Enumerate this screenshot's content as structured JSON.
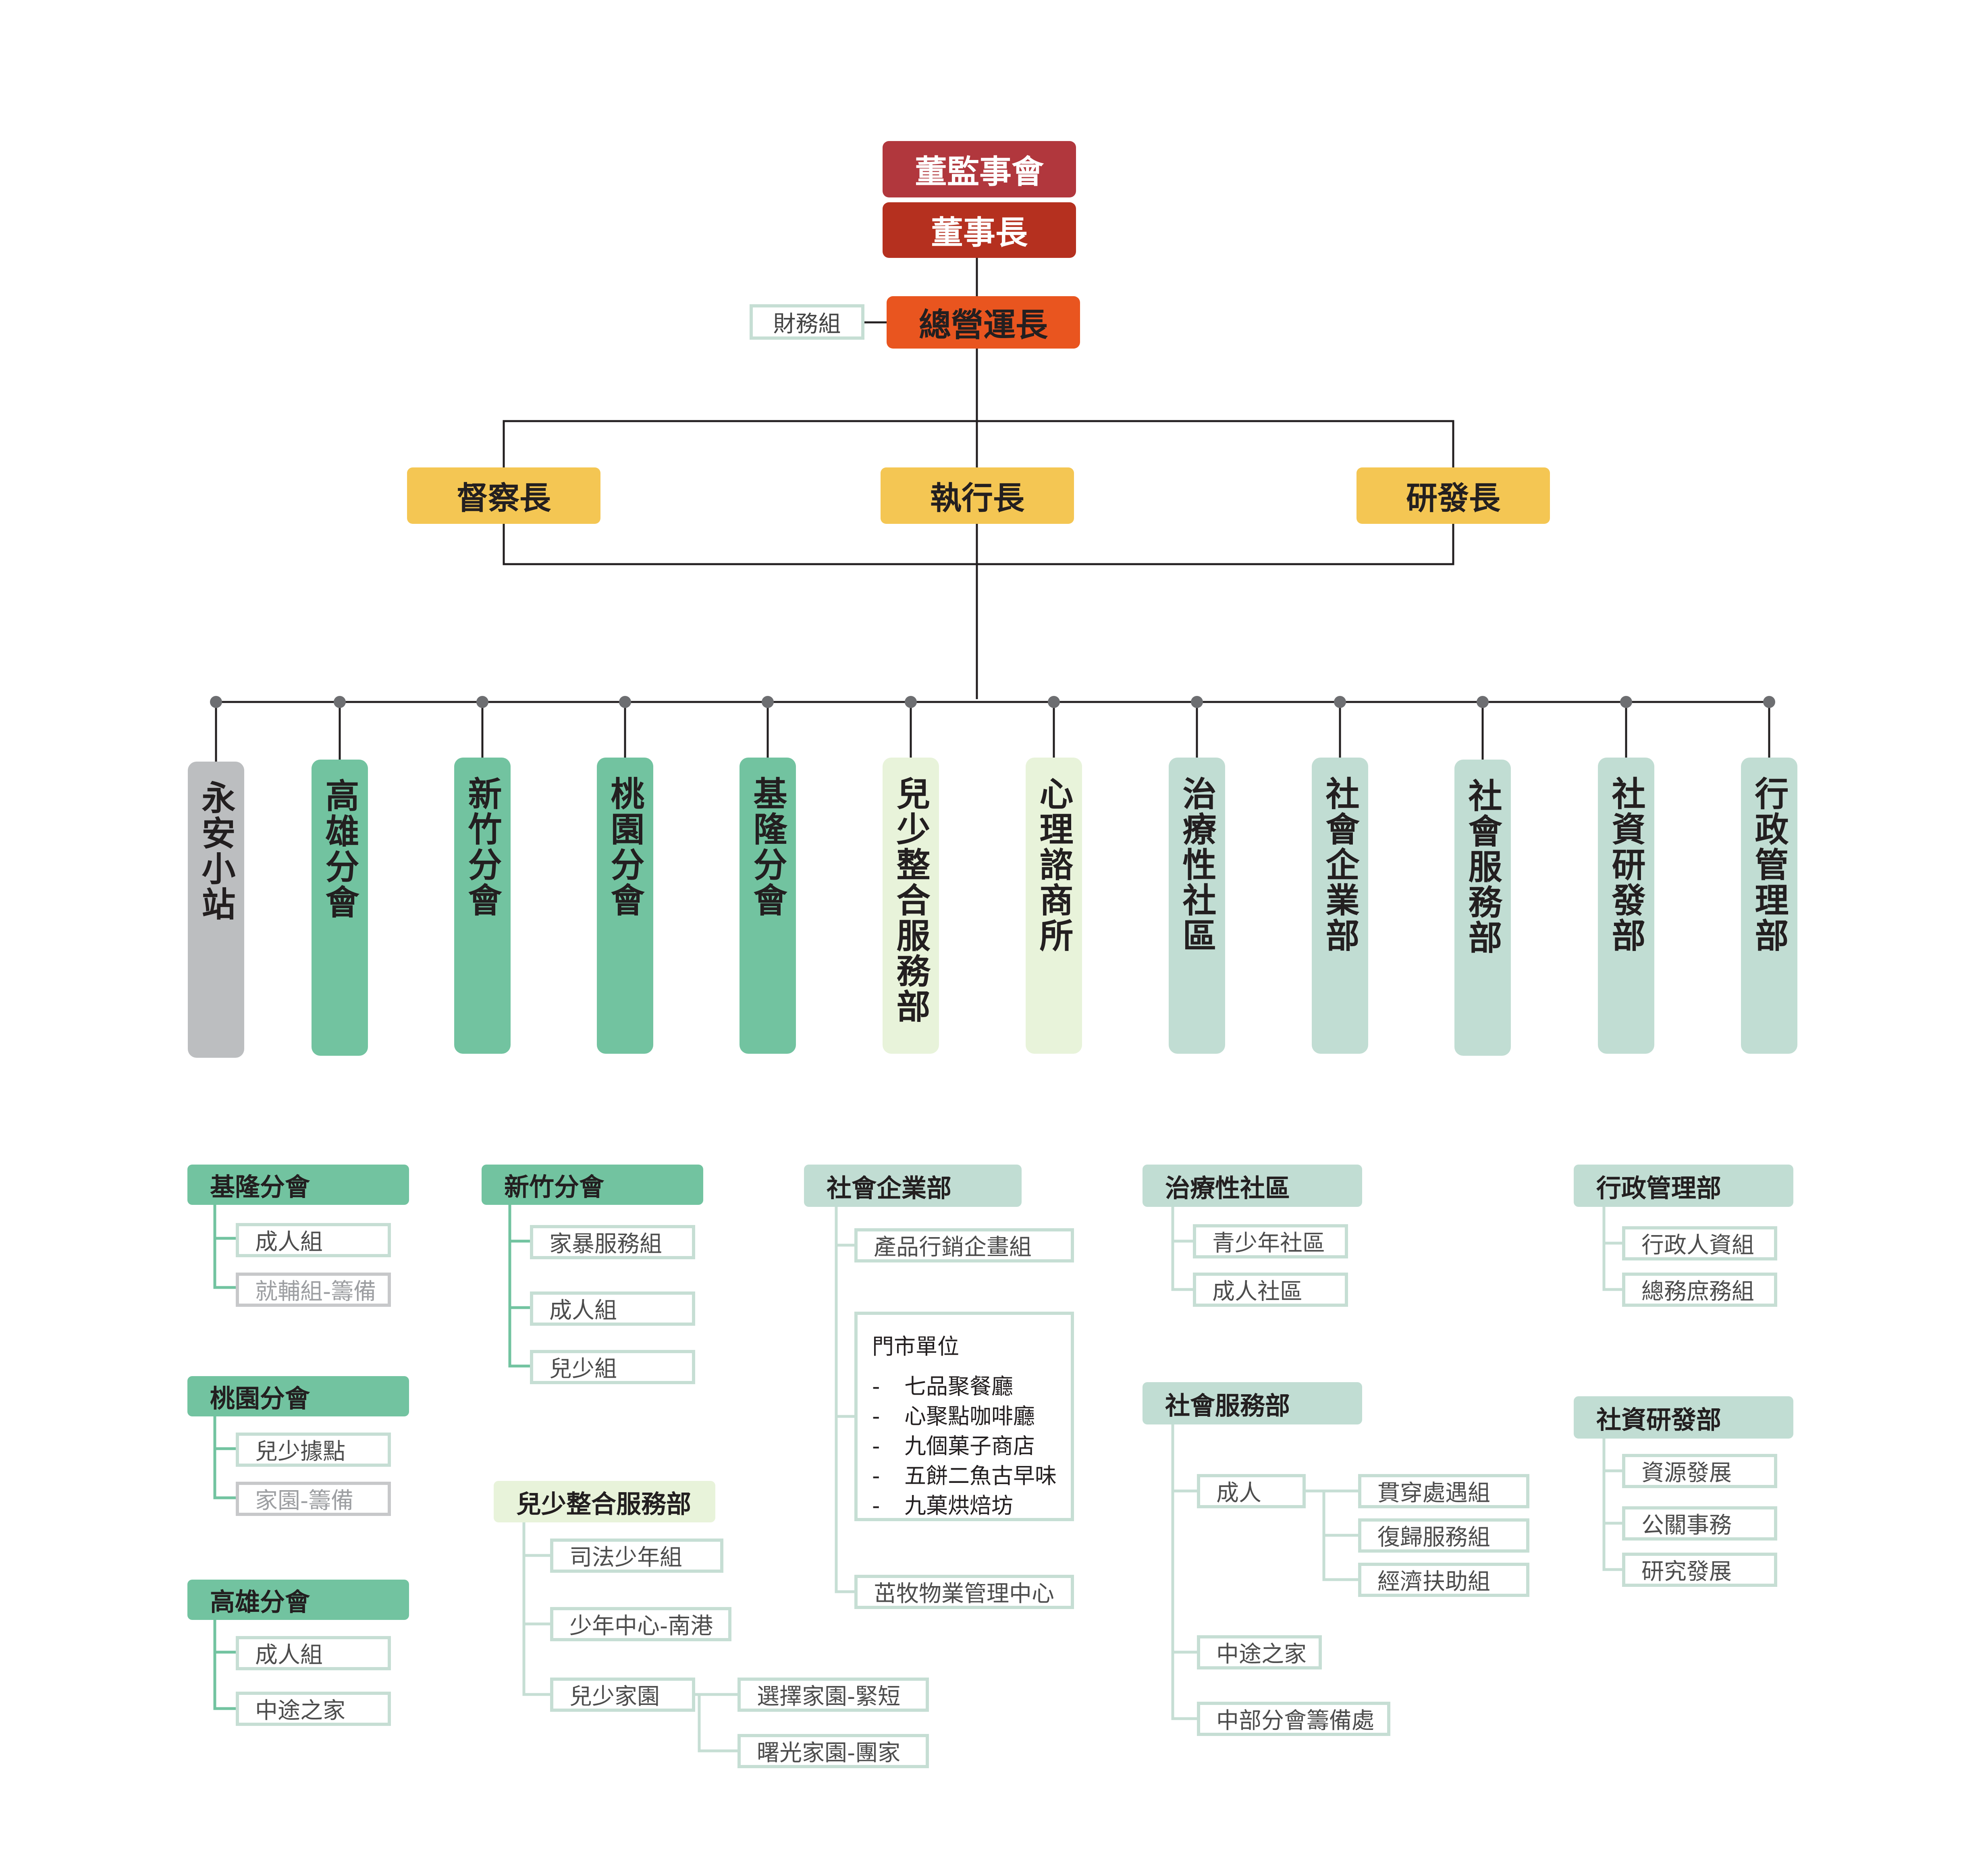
{
  "top": {
    "board": "董監事會",
    "chair": "董事長",
    "coo": "總營運長",
    "finance": "財務組"
  },
  "chiefs": {
    "supervisor": "督察長",
    "executive": "執行長",
    "research": "研發長"
  },
  "units": [
    "永安小站",
    "高雄分會",
    "新竹分會",
    "桃園分會",
    "基隆分會",
    "兒少整合服務部",
    "心理諮商所",
    "治療性社區",
    "社會企業部",
    "社會服務部",
    "社資研發部",
    "行政管理部"
  ],
  "details": {
    "keelung": {
      "title": "基隆分會",
      "items": [
        "成人組",
        "就輔組-籌備"
      ]
    },
    "taoyuan": {
      "title": "桃園分會",
      "items": [
        "兒少據點",
        "家園-籌備"
      ]
    },
    "kaohsiung": {
      "title": "高雄分會",
      "items": [
        "成人組",
        "中途之家"
      ]
    },
    "hsinchu": {
      "title": "新竹分會",
      "items": [
        "家暴服務組",
        "成人組",
        "兒少組"
      ]
    },
    "youth": {
      "title": "兒少整合服務部",
      "items": [
        "司法少年組",
        "少年中心-南港",
        "兒少家園"
      ],
      "home_children": [
        "選擇家園-緊短",
        "曙光家園-團家"
      ]
    },
    "social_enterprise": {
      "title": "社會企業部",
      "items": [
        "產品行銷企畫組",
        "茁牧物業管理中心"
      ],
      "stores_title": "門市單位",
      "stores": [
        "七品聚餐廳",
        "心聚點咖啡廳",
        "九個菓子商店",
        "五餅二魚古早味",
        "九菓烘焙坊"
      ]
    },
    "therapeutic": {
      "title": "治療性社區",
      "items": [
        "青少年社區",
        "成人社區"
      ]
    },
    "social_service": {
      "title": "社會服務部",
      "items": [
        "成人",
        "中途之家",
        "中部分會籌備處"
      ],
      "adult_children": [
        "貫穿處遇組",
        "復歸服務組",
        "經濟扶助組"
      ]
    },
    "admin": {
      "title": "行政管理部",
      "items": [
        "行政人資組",
        "總務庶務組"
      ]
    },
    "research": {
      "title": "社資研發部",
      "items": [
        "資源發展",
        "公關事務",
        "研究發展"
      ]
    }
  },
  "colors": {
    "board": "#b1373d",
    "chair": "#b5301f",
    "coo": "#e9551f",
    "chief": "#f4c653",
    "unit_gray": "#bcbec0",
    "unit_green": "#72c3a0",
    "unit_light": "#e8f3da",
    "unit_pale": "#c1ddd3",
    "sub_border": "#c6ded4",
    "muted_border": "#c7c8ca",
    "line": "#231f20",
    "tree_line": "#c6ded4"
  }
}
